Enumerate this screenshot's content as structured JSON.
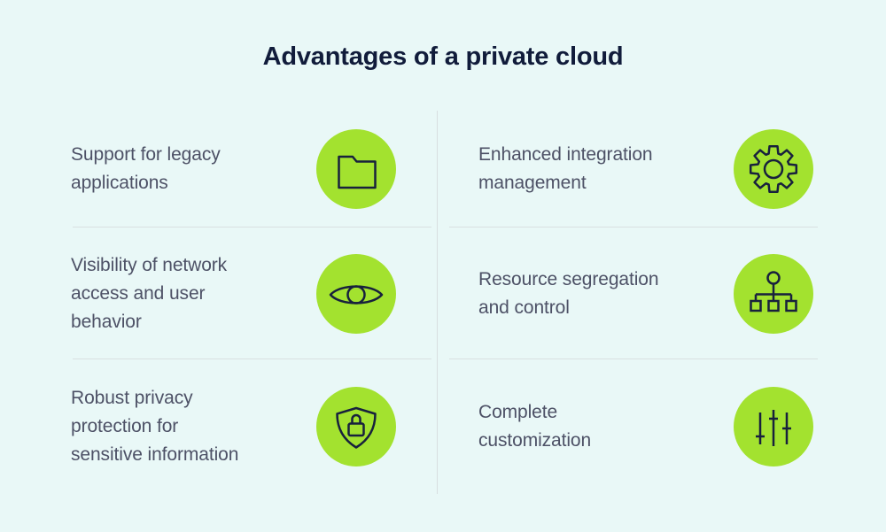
{
  "page": {
    "title": "Advantages of a private cloud",
    "background_color": "#e9f8f7",
    "accent_green": "#a3e22f",
    "title_color": "#111c3b",
    "text_color": "#4d5166",
    "divider_color": "#d8dfe1",
    "icon_stroke_color": "#18213d"
  },
  "items": [
    {
      "text": "Support for legacy\napplications",
      "icon": "folder-icon"
    },
    {
      "text": "Enhanced integration\nmanagement",
      "icon": "gear-icon"
    },
    {
      "text": "Visibility of network\naccess and user\nbehavior",
      "icon": "eye-icon"
    },
    {
      "text": "Resource segregation\nand control",
      "icon": "hierarchy-icon"
    },
    {
      "text": "Robust privacy\nprotection for\nsensitive information",
      "icon": "shield-lock-icon"
    },
    {
      "text": "Complete\ncustomization",
      "icon": "sliders-icon"
    }
  ]
}
